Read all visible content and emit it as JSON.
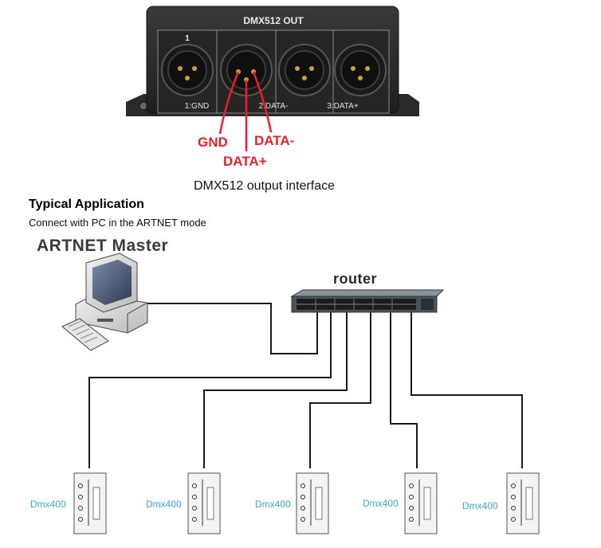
{
  "panel": {
    "title": "DMX512 OUT",
    "port_number": "1",
    "pin_labels": [
      "1:GND",
      "2:DATA-",
      "3:DATA+"
    ]
  },
  "callouts": {
    "gnd": "GND",
    "data_minus": "DATA-",
    "data_plus": "DATA+"
  },
  "caption": "DMX512 output interface",
  "application": {
    "title": "Typical Application",
    "description": "Connect with PC in the ARTNET mode"
  },
  "network": {
    "master_label": "ARTNET Master",
    "router_label": "router",
    "devices": [
      {
        "label": "Dmx400"
      },
      {
        "label": "Dmx400"
      },
      {
        "label": "Dmx400"
      },
      {
        "label": "Dmx400"
      },
      {
        "label": "Dmx400"
      }
    ]
  },
  "colors": {
    "callout_red": "#e8202a",
    "device_label_blue": "#3aa6e0",
    "panel_dark": "#2b2b2b"
  }
}
